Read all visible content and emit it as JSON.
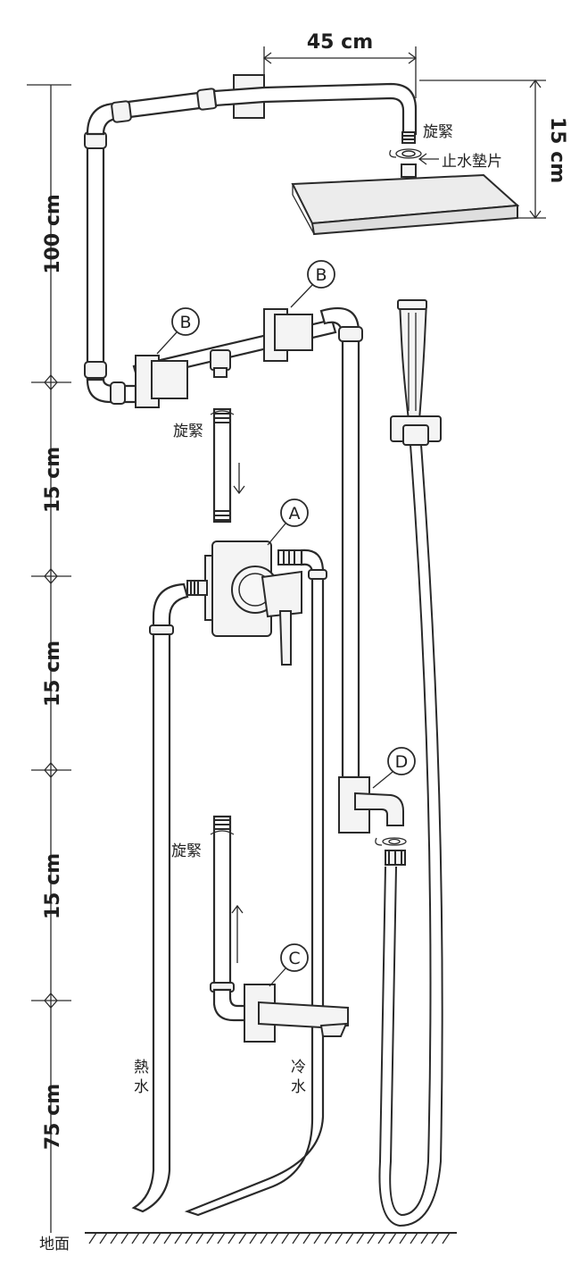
{
  "dimensions": {
    "arm_length": "45 cm",
    "head_drop": "15 cm",
    "seg_top": "100 cm",
    "seg_2": "15 cm",
    "seg_3": "15 cm",
    "seg_4": "15 cm",
    "seg_bottom": "75 cm"
  },
  "labels": {
    "tighten_top": "旋緊",
    "washer": "止水墊片",
    "tighten_mid": "旋緊",
    "tighten_low": "旋緊",
    "hot_water": "熱\n水",
    "cold_water": "冷\n水",
    "ground": "地面"
  },
  "parts": {
    "b_left": "B",
    "b_right": "B",
    "a": "A",
    "c": "C",
    "d": "D"
  }
}
